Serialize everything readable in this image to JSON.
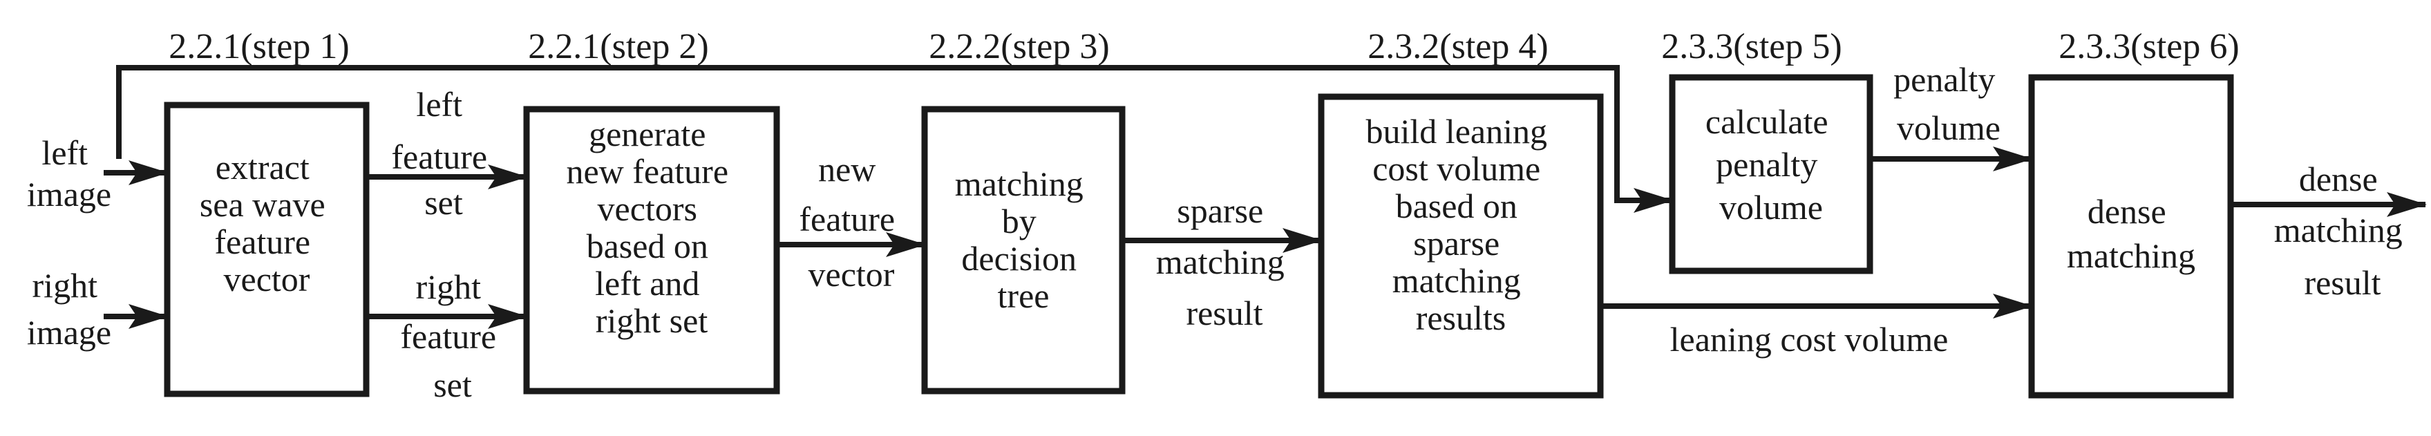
{
  "diagram": {
    "steps": [
      {
        "label": "2.2.1(step 1)",
        "lines": [
          "extract",
          "sea wave",
          "feature",
          "vector"
        ]
      },
      {
        "label": "2.2.1(step 2)",
        "lines": [
          "generate",
          "new feature",
          "vectors",
          "based on",
          "left and",
          "right set"
        ]
      },
      {
        "label": "2.2.2(step 3)",
        "lines": [
          "matching",
          "by",
          "decision",
          "tree"
        ]
      },
      {
        "label": "2.3.2(step 4)",
        "lines": [
          "build leaning",
          "cost volume",
          "based on",
          "sparse",
          "matching",
          "results"
        ]
      },
      {
        "label": "2.3.3(step 5)",
        "lines": [
          "calculate",
          "penalty",
          "volume"
        ]
      },
      {
        "label": "2.3.3(step 6)",
        "lines": [
          "dense",
          "matching"
        ]
      }
    ],
    "inputs": {
      "left_image": [
        "left",
        "image"
      ],
      "right_image": [
        "right",
        "image"
      ]
    },
    "edges": {
      "left_feature_set": [
        "left",
        "feature",
        "set"
      ],
      "right_feature_set": [
        "right",
        "feature",
        "set"
      ],
      "new_feature_vector": [
        "new",
        "feature",
        "vector"
      ],
      "sparse_matching_result": [
        "sparse",
        "matching",
        "result"
      ],
      "penalty_volume": [
        "penalty",
        "volume"
      ],
      "leaning_cost_volume": "leaning cost volume",
      "dense_matching_result": [
        "dense",
        "matching",
        "result"
      ]
    },
    "colors": {
      "ink": "#1a1a1a",
      "background": "#ffffff"
    }
  }
}
